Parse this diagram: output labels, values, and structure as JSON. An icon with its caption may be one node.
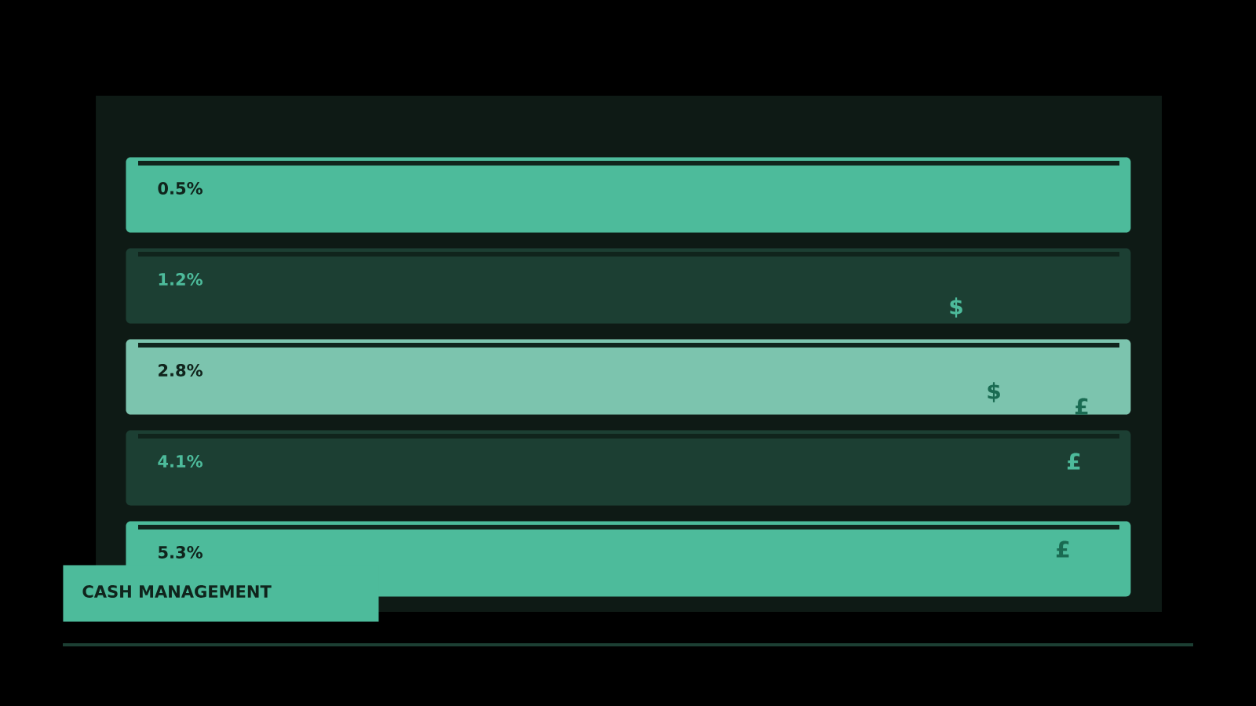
{
  "diagram": {
    "nodes": [
      {
        "text": [
          "0.5%"
        ]
      },
      {
        "text": [
          "1.2%"
        ]
      },
      {
        "text": [
          "2.8%"
        ]
      },
      {
        "text": [
          "4.1%"
        ]
      },
      {
        "text": [
          "5.3%"
        ]
      },
      {
        "text": [
          "CASH MANAGEMENT"
        ]
      }
    ],
    "labels": [
      "$",
      "$",
      "£",
      "£",
      "£"
    ]
  }
}
